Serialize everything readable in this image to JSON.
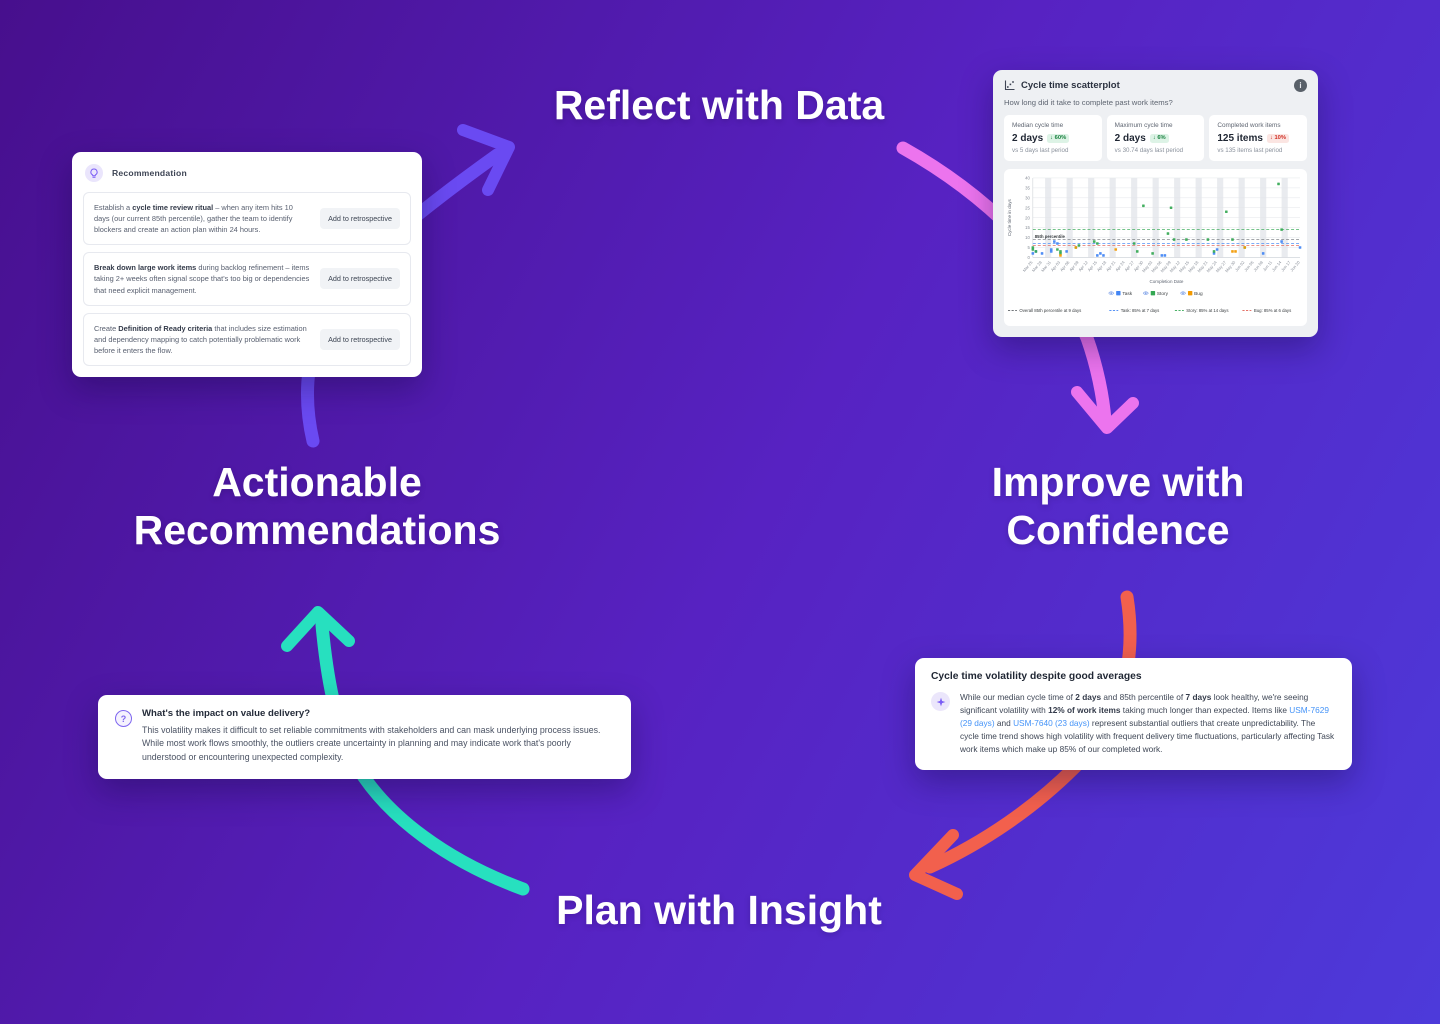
{
  "headlines": {
    "reflect": "Reflect with Data",
    "actionable_line1": "Actionable",
    "actionable_line2": "Recommendations",
    "improve_line1": "Improve with",
    "improve_line2": "Confidence",
    "plan": "Plan with Insight"
  },
  "arrows": {
    "purple": "#6a4af2",
    "pink": "#ec74ee",
    "red": "#f2604d",
    "teal": "#27e0bf"
  },
  "recommendation_card": {
    "title": "Recommendation",
    "items": [
      {
        "segments": [
          {
            "t": "Establish a "
          },
          {
            "t": "cycle time review ritual",
            "s": "bold"
          },
          {
            "t": " – when any item hits 10 days (our current 85th percentile), gather the team to identify blockers and create an action plan within 24 hours."
          }
        ],
        "button": "Add to retrospective"
      },
      {
        "segments": [
          {
            "t": "Break down large work items",
            "s": "bold"
          },
          {
            "t": " during backlog refinement – items taking 2+ weeks often signal scope that's too big or dependencies that need explicit management."
          }
        ],
        "button": "Add to retrospective"
      },
      {
        "segments": [
          {
            "t": "Create "
          },
          {
            "t": "Definition of Ready criteria",
            "s": "bold"
          },
          {
            "t": " that includes size estimation and dependency mapping to catch potentially problematic work before it enters the flow."
          }
        ],
        "button": "Add to retrospective"
      }
    ]
  },
  "scatter_card": {
    "title": "Cycle time scatterplot",
    "info_icon": "i",
    "subtitle": "How long did it take to complete past work items?",
    "stats": [
      {
        "label": "Median cycle time",
        "value": "2 days",
        "badge": "↓ 60%",
        "badge_type": "positive",
        "sub": "vs 5 days last period"
      },
      {
        "label": "Maximum cycle time",
        "value": "2 days",
        "badge": "↓ 6%",
        "badge_type": "positive",
        "sub": "vs 30.74 days last period"
      },
      {
        "label": "Completed work items",
        "value": "125 items",
        "badge": "↓ 10%",
        "badge_type": "negative",
        "sub": "vs 135 items last period"
      }
    ]
  },
  "chart_data": {
    "type": "scatter",
    "title": "Cycle time scatterplot",
    "xlabel": "Completion Date",
    "ylabel": "Cycle time in days",
    "ylim": [
      0,
      40
    ],
    "yticks": [
      0,
      5,
      10,
      15,
      20,
      25,
      30,
      35,
      40
    ],
    "x_range_days": 87,
    "weekend_band_start_day": 4,
    "x_tick_labels": [
      "Mar 25",
      "Mar 28",
      "Mar 31",
      "Apr 03",
      "Apr 06",
      "Apr 09",
      "Apr 12",
      "Apr 15",
      "Apr 18",
      "Apr 21",
      "Apr 24",
      "Apr 27",
      "Apr 30",
      "May 03",
      "May 06",
      "May 09",
      "May 12",
      "May 15",
      "May 18",
      "May 21",
      "May 24",
      "May 27",
      "May 30",
      "Jun 02",
      "Jun 05",
      "Jun 08",
      "Jun 11",
      "Jun 14",
      "Jun 17",
      "Jun 20"
    ],
    "series": [
      {
        "name": "Task",
        "color": "#4285f4",
        "points": [
          [
            0,
            2
          ],
          [
            1,
            3
          ],
          [
            3,
            2
          ],
          [
            6,
            3
          ],
          [
            6,
            4
          ],
          [
            7,
            8
          ],
          [
            8,
            7
          ],
          [
            11,
            3
          ],
          [
            21,
            1
          ],
          [
            22,
            2
          ],
          [
            23,
            1
          ],
          [
            42,
            1
          ],
          [
            43,
            1
          ],
          [
            59,
            2
          ],
          [
            60,
            4
          ],
          [
            75,
            2
          ],
          [
            81,
            8
          ],
          [
            87,
            5
          ]
        ]
      },
      {
        "name": "Story",
        "color": "#34a853",
        "points": [
          [
            0,
            5
          ],
          [
            0,
            4
          ],
          [
            1,
            3
          ],
          [
            8,
            4
          ],
          [
            9,
            2
          ],
          [
            9,
            3
          ],
          [
            14,
            5
          ],
          [
            15,
            6
          ],
          [
            20,
            8
          ],
          [
            21,
            7
          ],
          [
            33,
            7
          ],
          [
            34,
            3
          ],
          [
            36,
            26
          ],
          [
            39,
            2
          ],
          [
            44,
            12
          ],
          [
            45,
            25
          ],
          [
            46,
            9
          ],
          [
            50,
            9
          ],
          [
            57,
            9
          ],
          [
            59,
            3
          ],
          [
            63,
            23
          ],
          [
            65,
            9
          ],
          [
            69,
            5
          ],
          [
            80,
            37
          ],
          [
            81,
            14
          ]
        ]
      },
      {
        "name": "Bug",
        "color": "#f29900",
        "points": [
          [
            9,
            1
          ],
          [
            14,
            5
          ],
          [
            27,
            4
          ],
          [
            65,
            3
          ],
          [
            66,
            3
          ],
          [
            69,
            5
          ]
        ]
      }
    ],
    "reference_lines": [
      {
        "label": "Overall 85th percentile at 9 days",
        "value": 9,
        "color": "#5f6368",
        "chart_label": "85th percentile"
      },
      {
        "label": "Task: 85% at 7 days",
        "value": 7,
        "color": "#4285f4"
      },
      {
        "label": "Story: 85% at 14 days",
        "value": 14,
        "color": "#34a853"
      },
      {
        "label": "Bug: 85% at 6 days",
        "value": 6,
        "color": "#e06055"
      }
    ],
    "legend_position": "bottom",
    "grid": true
  },
  "volatility_card": {
    "title": "Cycle time volatility despite good averages",
    "segments": [
      {
        "t": "While our median cycle time of "
      },
      {
        "t": "2 days",
        "s": "bold"
      },
      {
        "t": " and 85th percentile of "
      },
      {
        "t": "7 days",
        "s": "bold"
      },
      {
        "t": " look healthy, we're seeing significant volatility with "
      },
      {
        "t": "12% of work items",
        "s": "bold"
      },
      {
        "t": " taking much longer than expected. Items like "
      },
      {
        "t": "USM-7629 (29 days)",
        "s": "link"
      },
      {
        "t": " and "
      },
      {
        "t": "USM-7640 (23 days)",
        "s": "link"
      },
      {
        "t": " represent substantial outliers that create unpredictability. The cycle time trend shows high volatility with frequent delivery time fluctuations, particularly affecting Task work items which make up 85% of our completed work."
      }
    ]
  },
  "impact_card": {
    "icon": "?",
    "title": "What's the impact on value delivery?",
    "body": "This volatility makes it difficult to set reliable commitments with stakeholders and can mask underlying process issues. While most work flows smoothly, the outliers create uncertainty in planning and may indicate work that's poorly understood or encountering unexpected complexity."
  }
}
